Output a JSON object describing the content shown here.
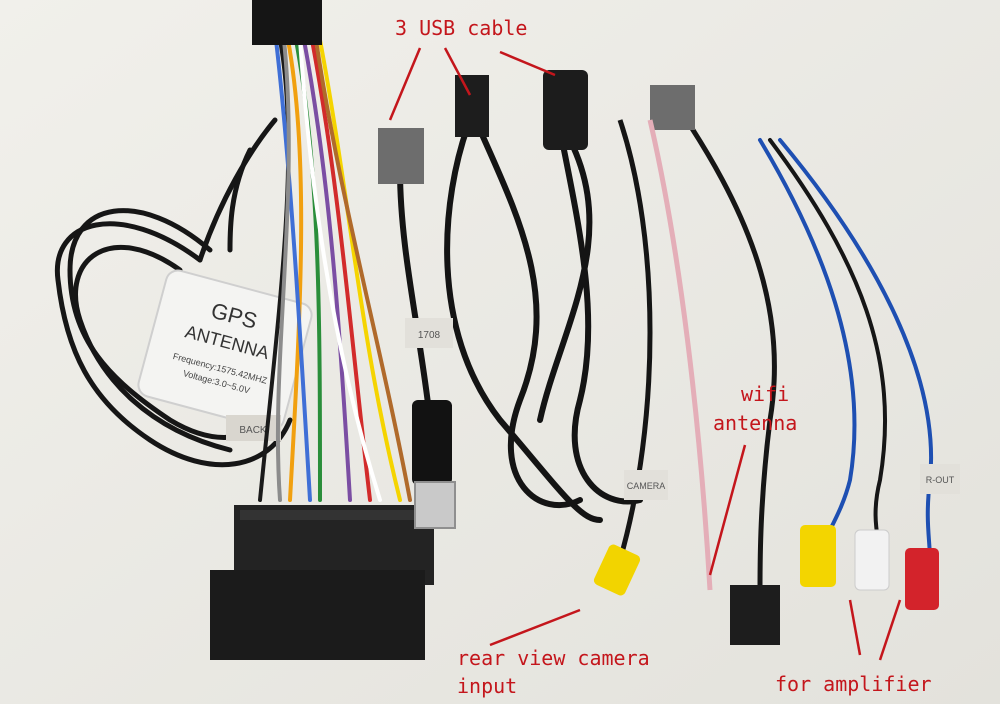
{
  "photo": {
    "background": "#ecebe6",
    "annotation_color": "#c4161c"
  },
  "annotations": {
    "usb_cable": "3 USB cable",
    "wifi_line1": "wifi",
    "wifi_line2": "antenna",
    "camera_line1": "rear view camera",
    "camera_line2": "input",
    "amplifier": "for amplifier"
  },
  "gps_module": {
    "title": "GPS",
    "subtitle": "ANTENNA",
    "frequency": "Frequency:1575.42MHZ",
    "voltage": "Voltage:3.0~5.0V",
    "tag": "BACK"
  },
  "cable_tags": {
    "usb_tag": "1708",
    "camera_tag": "CAMERA",
    "amp_tag": "R-OUT"
  },
  "icons": [
    "gps-antenna-icon",
    "usb-plug-icon",
    "rca-plug-icon",
    "wiring-harness-icon"
  ]
}
